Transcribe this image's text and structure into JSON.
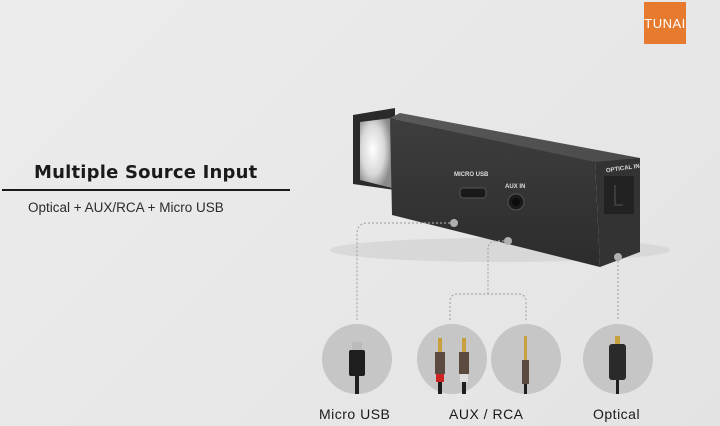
{
  "brand": {
    "logo_text": "TUNAI",
    "logo_color": "#e67a2e"
  },
  "heading": {
    "title": "Multiple Source Input",
    "subtitle": "Optical + AUX/RCA + Micro USB"
  },
  "device": {
    "port_labels": [
      "MICRO USB",
      "AUX IN",
      "OPTICAL IN"
    ]
  },
  "connectors": [
    {
      "label": "Micro USB",
      "icon": "micro-usb-plug-icon"
    },
    {
      "label": "AUX / RCA",
      "icon": "rca-aux-plug-icon"
    },
    {
      "label": "Optical",
      "icon": "optical-plug-icon"
    }
  ]
}
